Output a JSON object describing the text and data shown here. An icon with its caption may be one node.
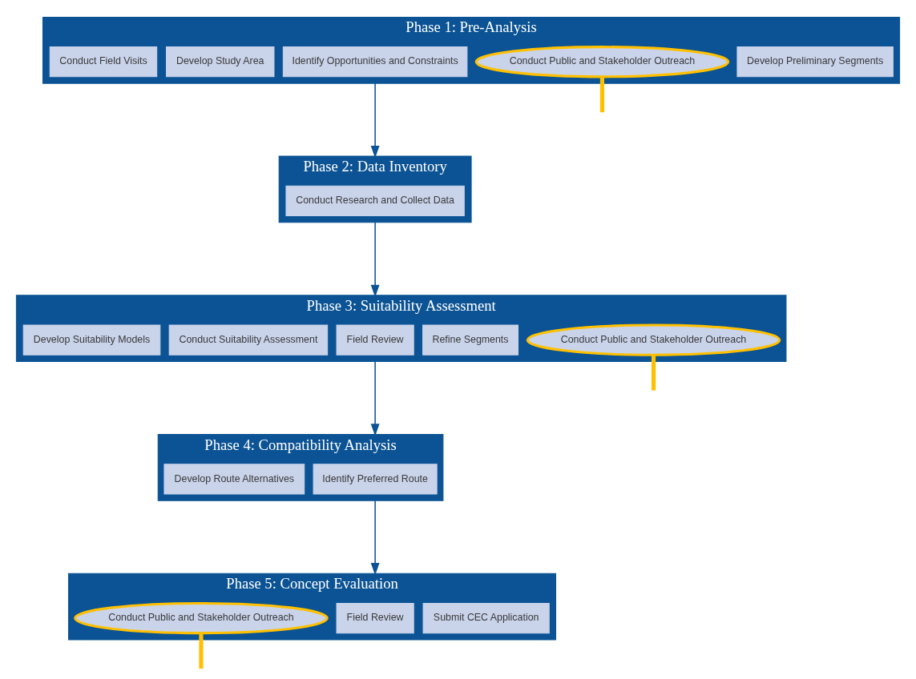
{
  "diagram": {
    "nodes": [
      {
        "text": [
          "Phase 1: Pre-Analysis"
        ]
      },
      {
        "text": [
          "Conduct Field Visits"
        ],
        "in": 0
      },
      {
        "text": [
          "Develop Study Area"
        ],
        "in": 0
      },
      {
        "text": [
          "Identify Opportunities and Constraints"
        ],
        "in": 0
      },
      {
        "text": [
          "Conduct Public and Stakeholder Outreach"
        ],
        "in": 0
      },
      {
        "text": [
          "Develop Preliminary Segments"
        ],
        "in": 0
      },
      {
        "text": [
          "Phase 2: Data Inventory"
        ]
      },
      {
        "text": [
          "Conduct Research and Collect Data"
        ],
        "in": 6
      },
      {
        "text": [
          "Phase 3: Suitability Assessment"
        ]
      },
      {
        "text": [
          "Develop Suitability Models"
        ],
        "in": 8
      },
      {
        "text": [
          "Conduct Suitability Assessment"
        ],
        "in": 8
      },
      {
        "text": [
          "Field Review"
        ],
        "in": 8
      },
      {
        "text": [
          "Refine Segments"
        ],
        "in": 8
      },
      {
        "text": [
          "Conduct Public and Stakeholder Outreach"
        ],
        "in": 8
      },
      {
        "text": [
          "Phase 4: Compatibility Analysis"
        ]
      },
      {
        "text": [
          "Develop Route Alternatives"
        ],
        "in": 14
      },
      {
        "text": [
          "Identify Preferred Route"
        ],
        "in": 14
      },
      {
        "text": [
          "Phase 5: Concept Evaluation"
        ]
      },
      {
        "text": [
          "Conduct Public and Stakeholder Outreach"
        ],
        "in": 17
      },
      {
        "text": [
          "Field Review"
        ],
        "in": 17
      },
      {
        "text": [
          "Submit CEC Application"
        ],
        "in": 17
      }
    ],
    "edges": [
      {
        "from": 0,
        "to": 6,
        "arrow": "to"
      },
      {
        "from": 6,
        "to": 8,
        "arrow": "to"
      },
      {
        "from": 8,
        "to": 14,
        "arrow": "to"
      },
      {
        "from": 14,
        "to": 17,
        "arrow": "to"
      },
      {
        "from": null,
        "to": 4,
        "arrow": "none",
        "style": "thick",
        "color": "#ffc000"
      },
      {
        "from": null,
        "to": 13,
        "arrow": "none",
        "style": "thick",
        "color": "#ffc000"
      },
      {
        "from": null,
        "to": 18,
        "arrow": "none",
        "style": "thick",
        "color": "#ffc000"
      }
    ]
  }
}
